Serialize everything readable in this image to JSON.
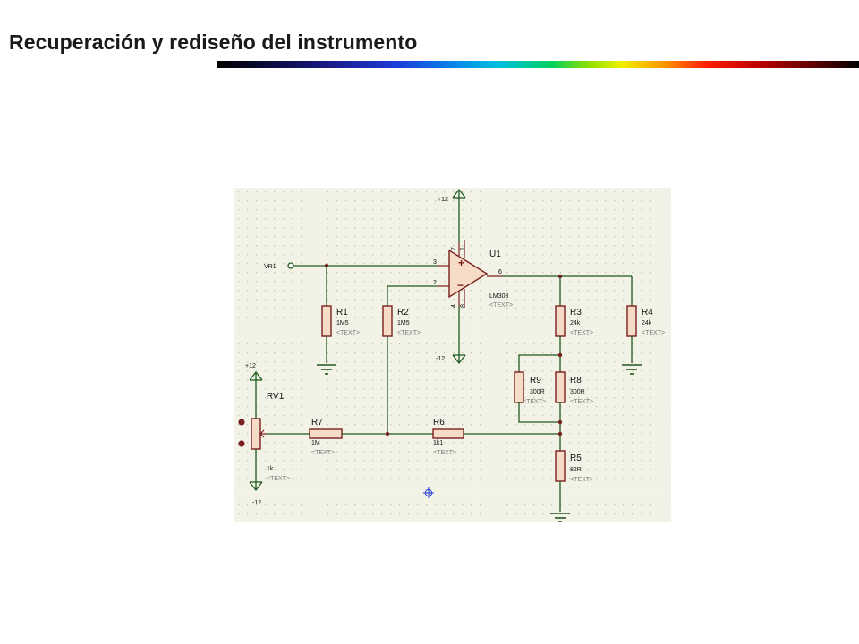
{
  "slide": {
    "title": "Recuperación y rediseño del instrumento"
  },
  "colors": {
    "background": "#ffffff",
    "title_text": "#1a1a1a",
    "schematic_bg": "#f2f2e6",
    "grid_dot": "#c4c4b4",
    "wire": "#1f5a1f",
    "component": "#7a1f1f",
    "component_fill": "#f6dcc7"
  },
  "schematic": {
    "opamp": {
      "ref": "U1",
      "value": "LM308",
      "placeholder": "<TEXT>",
      "pins": {
        "noninv": "3",
        "inv": "2",
        "out": "6",
        "top_a": "7",
        "top_b": "1",
        "bot_a": "4",
        "bot_b": "8"
      },
      "plus": "+",
      "minus": "−"
    },
    "supplies": {
      "opamp_pos": "+12",
      "opamp_neg": "-12",
      "pot_pos": "+12",
      "pot_neg": "-12"
    },
    "input_label": "VR1",
    "resistors": {
      "R1": {
        "ref": "R1",
        "value": "1M5",
        "placeholder": "<TEXT>"
      },
      "R2": {
        "ref": "R2",
        "value": "1M5",
        "placeholder": "<TEXT>"
      },
      "R3": {
        "ref": "R3",
        "value": "24k",
        "placeholder": "<TEXT>"
      },
      "R4": {
        "ref": "R4",
        "value": "24k",
        "placeholder": "<TEXT>"
      },
      "R5": {
        "ref": "R5",
        "value": "82R",
        "placeholder": "<TEXT>"
      },
      "R6": {
        "ref": "R6",
        "value": "1k1",
        "placeholder": "<TEXT>"
      },
      "R7": {
        "ref": "R7",
        "value": "1M",
        "placeholder": "<TEXT>"
      },
      "R8": {
        "ref": "R8",
        "value": "300R",
        "placeholder": "<TEXT>"
      },
      "R9": {
        "ref": "R9",
        "value": "300R",
        "placeholder": "<TEXT>"
      }
    },
    "potentiometer": {
      "ref": "RV1",
      "value": "1k",
      "placeholder": "<TEXT>"
    }
  }
}
